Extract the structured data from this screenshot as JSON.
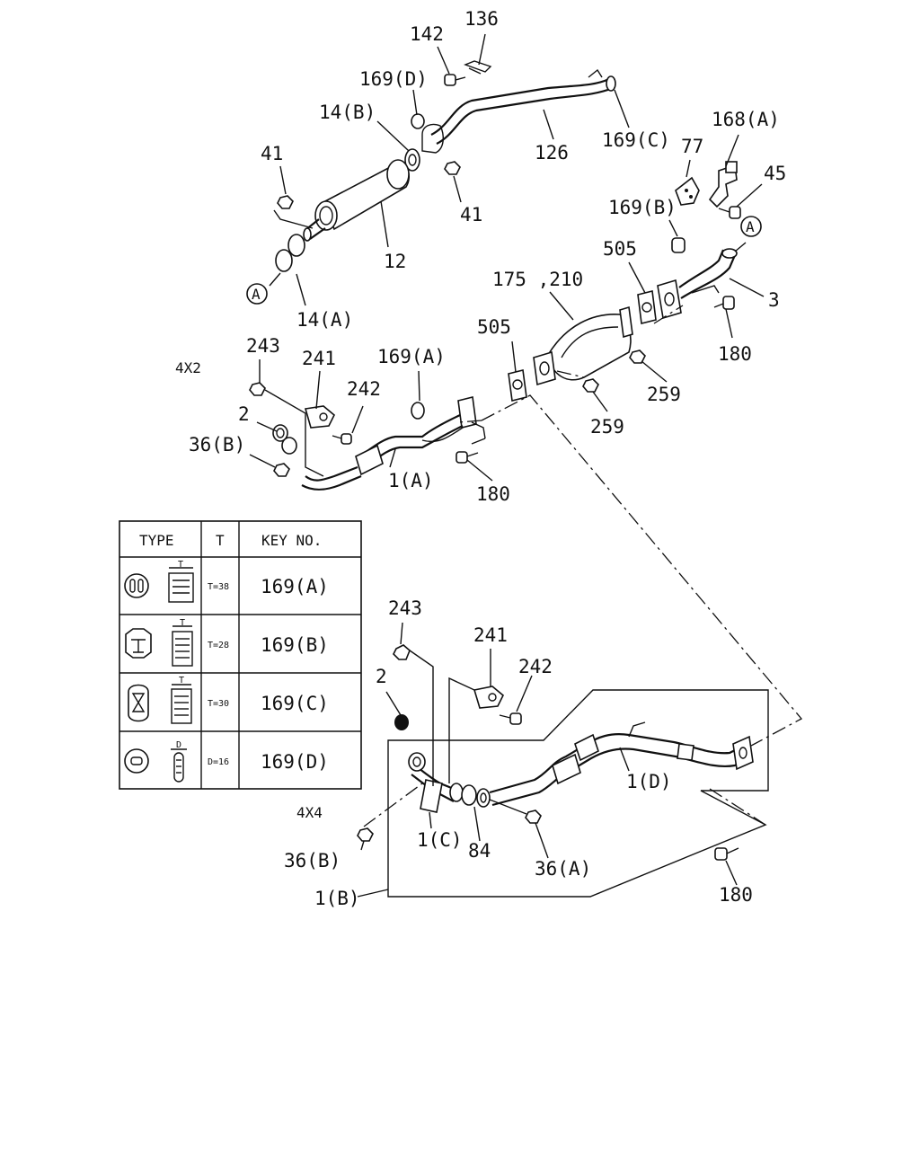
{
  "section_labels": {
    "upper": "4X2",
    "lower": "4X4"
  },
  "labels": {
    "l136": "136",
    "l142": "142",
    "l169d": "169(D)",
    "l14b": "14(B)",
    "l126": "126",
    "l169c": "169(C)",
    "l41a": "41",
    "l41b": "41",
    "l12": "12",
    "l77": "77",
    "l168a": "168(A)",
    "l45": "45",
    "l169b": "169(B)",
    "l505a": "505",
    "l3": "3",
    "l14a": "14(A)",
    "l175": "175 ,210",
    "l180a": "180",
    "l505b": "505",
    "l243a": "243",
    "l241a": "241",
    "l169a": "169(A)",
    "l242a": "242",
    "l259a": "259",
    "l259b": "259",
    "l2a": "2",
    "l36ba": "36(B)",
    "l1a": "1(A)",
    "l180b": "180",
    "l243b": "243",
    "l241b": "241",
    "l242b": "242",
    "l2b": "2",
    "l1d": "1(D)",
    "l1c": "1(C)",
    "l84": "84",
    "l36a": "36(A)",
    "l36bb": "36(B)",
    "l1b": "1(B)",
    "l180c": "180"
  },
  "ref_markers": [
    "A",
    "A"
  ],
  "table": {
    "headers": [
      "TYPE",
      "T",
      "KEY NO."
    ],
    "rows": [
      {
        "icon": "round-two-slot-grommet-icon",
        "t": "T=38",
        "key": "169(A)"
      },
      {
        "icon": "h-slot-grommet-icon",
        "t": "T=28",
        "key": "169(B)"
      },
      {
        "icon": "shaped-slot-grommet-icon",
        "t": "T=30",
        "key": "169(C)"
      },
      {
        "icon": "round-slot-grommet-icon",
        "t": "D=16",
        "key": "169(D)"
      }
    ],
    "dim_letters": [
      "T",
      "T",
      "T",
      "D"
    ]
  }
}
